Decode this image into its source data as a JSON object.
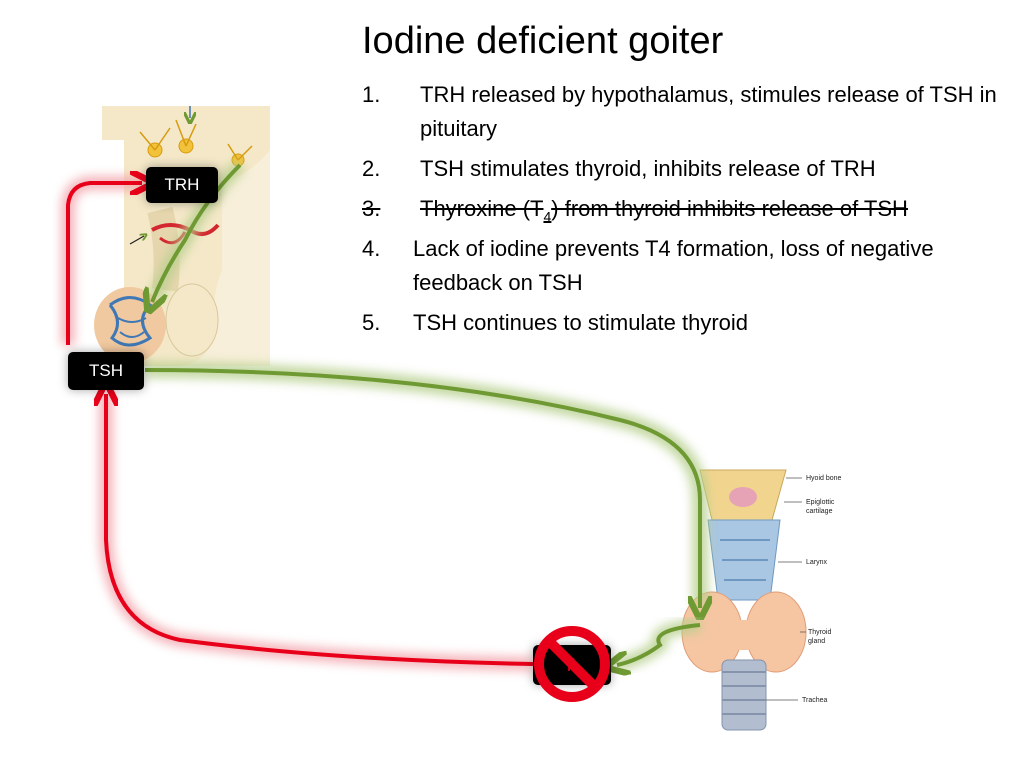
{
  "slide": {
    "title": "Iodine deficient goiter",
    "steps": [
      {
        "number": "1.",
        "text": "TRH released by hypothalamus, stimules release of TSH in pituitary"
      },
      {
        "number": "2.",
        "text": "TSH stimulates thyroid, inhibits release of TRH"
      },
      {
        "number": "3.",
        "text_before": "Thyroxine (T",
        "subscript": "4",
        "text_after": ") from thyroid inhibits release of TSH",
        "struck_through": true
      },
      {
        "number": "4.",
        "text": "Lack of iodine prevents T4 formation, loss of negative feedback on TSH"
      },
      {
        "number": "5.",
        "text": "TSH continues to stimulate thyroid"
      }
    ]
  },
  "diagram": {
    "hormones": {
      "trh": "TRH",
      "tsh": "TSH",
      "t4_letter": "T",
      "t4_subscript": "4"
    },
    "anatomy_labels": {
      "hyoid": "Hyoid bone",
      "epiglottic": "Epiglottic",
      "epiglottic2": "cartilage",
      "larynx": "Larynx",
      "thyroid": "Thyroid",
      "thyroid2": "gland",
      "trachea": "Trachea"
    },
    "colors": {
      "stimulate_arrow": "#7a9a3a",
      "feedback_arrow": "#e8001a",
      "prohibition_sign": "#e8001a"
    }
  }
}
